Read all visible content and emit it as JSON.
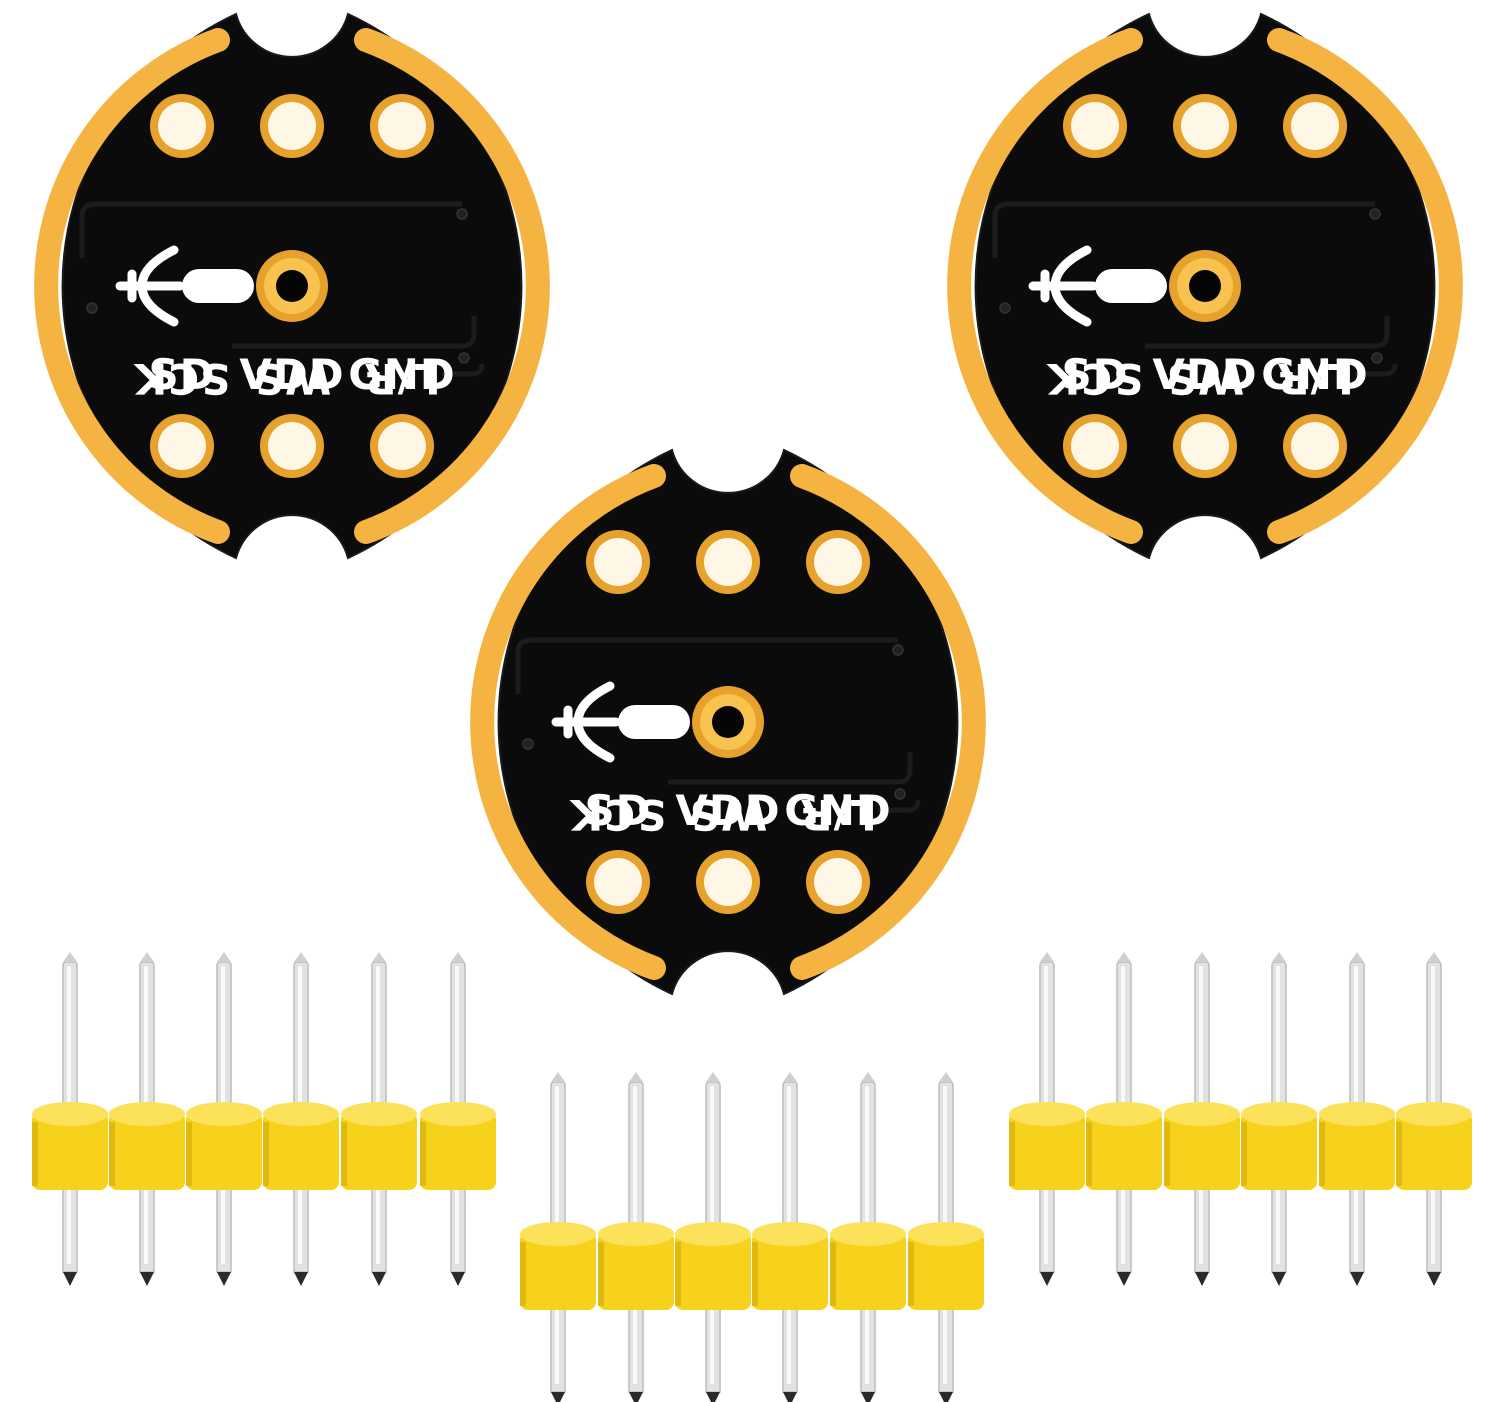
{
  "boards": [
    {
      "top_labels": [
        "SCK",
        "WS",
        "L/R"
      ],
      "bottom_labels": [
        "SD",
        "VDD",
        "GND"
      ]
    },
    {
      "top_labels": [
        "SCK",
        "WS",
        "L/R"
      ],
      "bottom_labels": [
        "SD",
        "VDD",
        "GND"
      ]
    },
    {
      "top_labels": [
        "SCK",
        "WS",
        "L/R"
      ],
      "bottom_labels": [
        "SD",
        "VDD",
        "GND"
      ]
    }
  ],
  "header_strips": [
    {
      "pin_count": 6
    },
    {
      "pin_count": 6
    },
    {
      "pin_count": 6
    }
  ],
  "colors": {
    "pcb": "#0b0b0b",
    "gold": "#f5b342",
    "gold_dark": "#d98f1c",
    "silkscreen": "#ffffff",
    "header_plastic": "#f7d21c",
    "pin_metal": "#dcdcdc"
  }
}
